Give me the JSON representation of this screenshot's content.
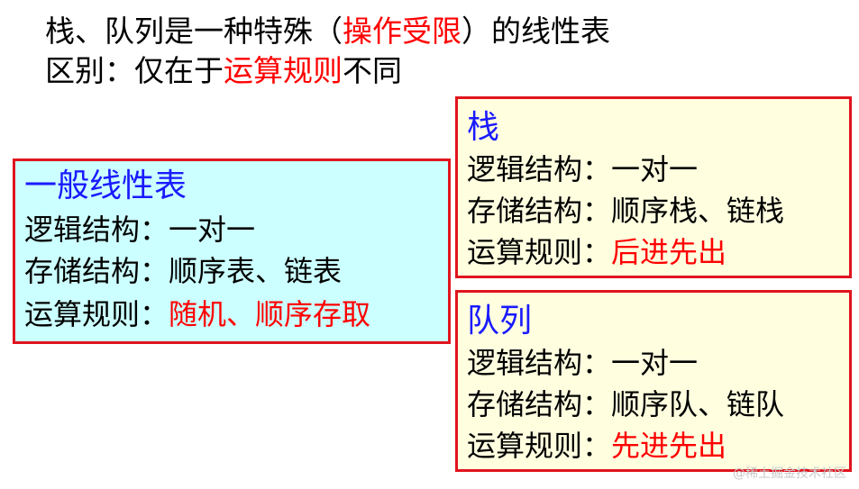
{
  "header": {
    "line1_a": "栈、队列是一种特殊（",
    "line1_b": "操作受限",
    "line1_c": "）的线性表",
    "line2_a": "区别：仅在于",
    "line2_b": "运算规则",
    "line2_c": "不同"
  },
  "boxes": {
    "linear": {
      "title": "一般线性表",
      "logic_label": "逻辑结构：",
      "logic_value": "一对一",
      "storage_label": "存储结构：",
      "storage_value": "顺序表、链表",
      "rule_label": "运算规则：",
      "rule_value": "随机、顺序存取"
    },
    "stack": {
      "title": "栈",
      "logic_label": "逻辑结构：",
      "logic_value": "一对一",
      "storage_label": "存储结构：",
      "storage_value": "顺序栈、链栈",
      "rule_label": "运算规则：",
      "rule_value": "后进先出"
    },
    "queue": {
      "title": "队列",
      "logic_label": "逻辑结构：",
      "logic_value": "一对一",
      "storage_label": "存储结构：",
      "storage_value": "顺序队、链队",
      "rule_label": "运算规则：",
      "rule_value": "先进先出"
    }
  },
  "watermark": "@稀土掘金技术社区",
  "colors": {
    "accent_red": "#ff0000",
    "title_blue": "#1a1aff",
    "border_red": "#e0141e",
    "linear_bg": "#ccffff",
    "stack_queue_bg": "#ffffe0"
  }
}
